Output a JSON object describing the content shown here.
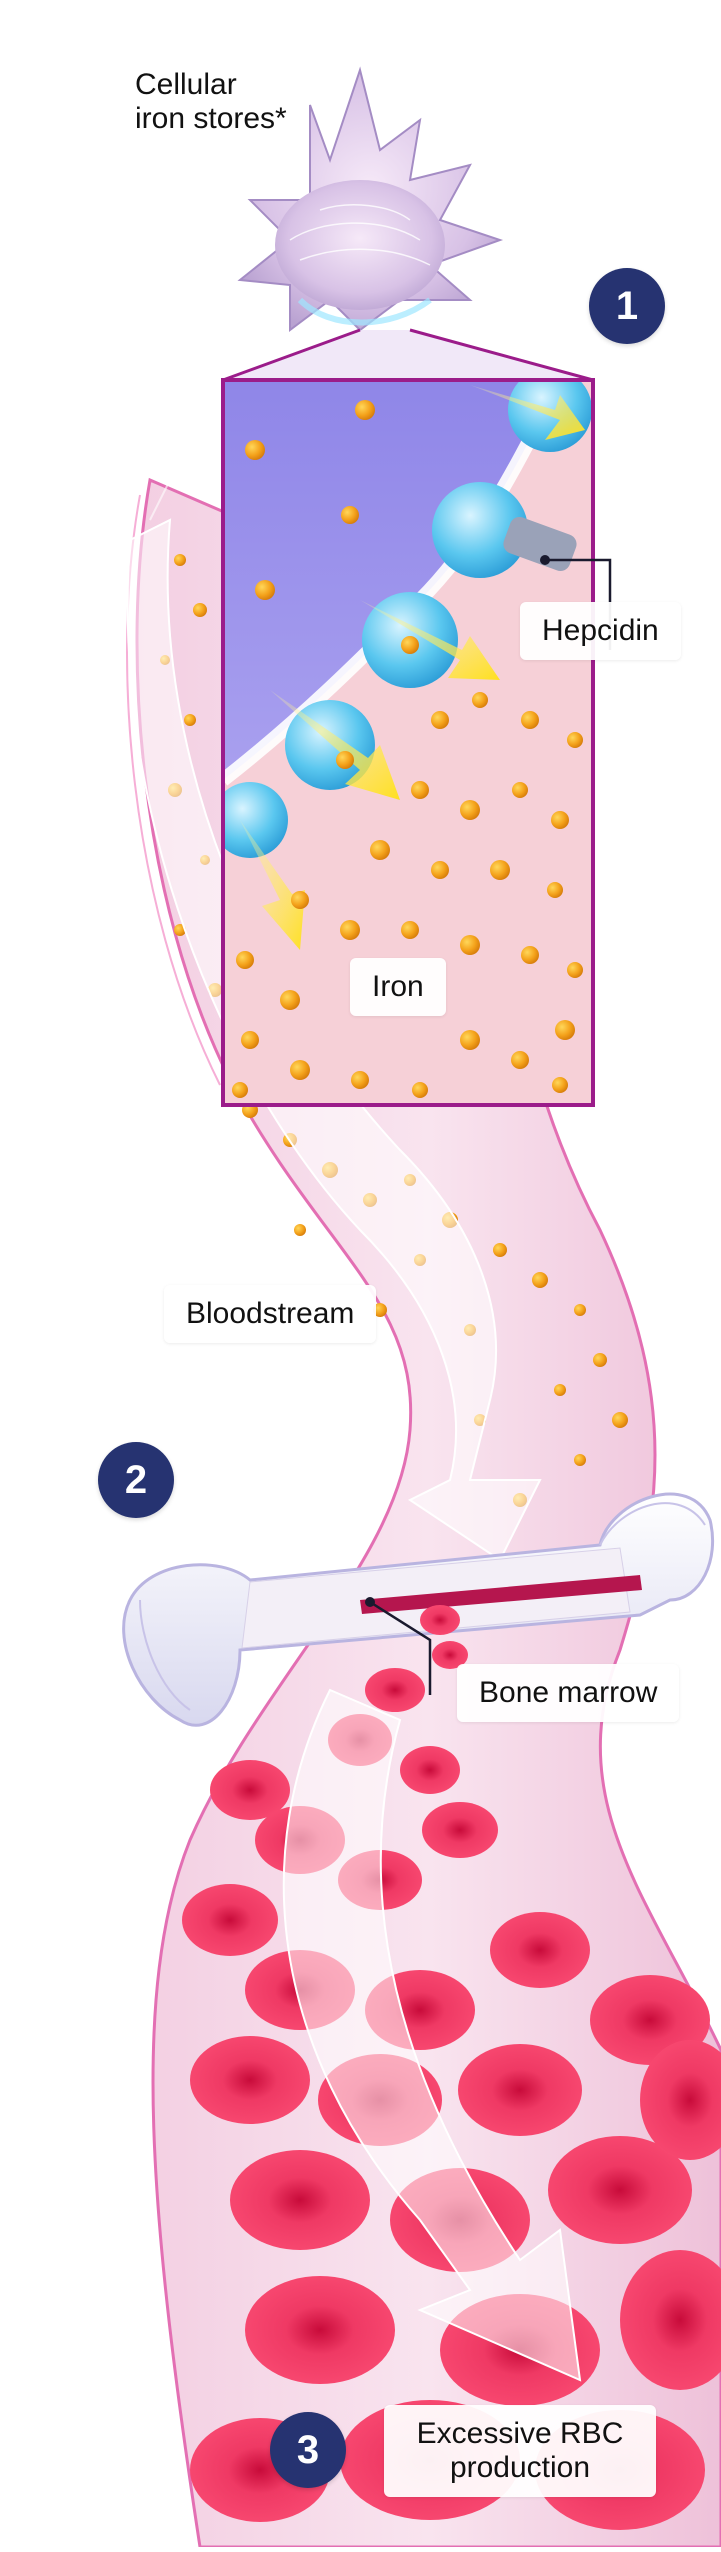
{
  "labels": {
    "cellular_iron_stores": "Cellular\niron stores*",
    "hepcidin": "Hepcidin",
    "iron": "Iron",
    "bloodstream": "Bloodstream",
    "bone_marrow": "Bone marrow",
    "excessive_rbc": "Excessive RBC\nproduction"
  },
  "steps": [
    "1",
    "2",
    "3"
  ],
  "colors": {
    "badge": "#263371",
    "frame": "#9b1c8a",
    "vessel": "#e7a3c8",
    "rbc": "#e8184e",
    "iron": "#f4a21b",
    "hepcidin": "#56c3ec",
    "arrow_highlight": "#ffe94a"
  }
}
